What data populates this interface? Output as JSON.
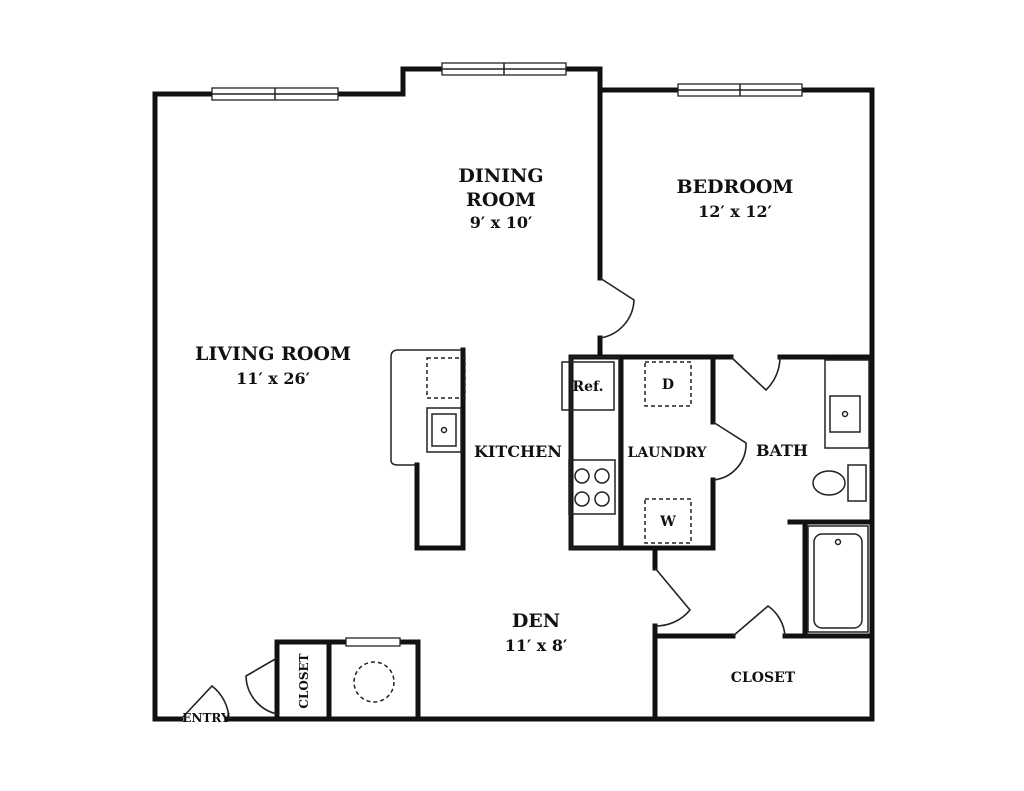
{
  "rooms": {
    "dining": {
      "name_line1": "DINING",
      "name_line2": "ROOM",
      "size": "9′ x 10′"
    },
    "bedroom": {
      "name": "BEDROOM",
      "size": "12′ x 12′"
    },
    "living": {
      "name": "LIVING ROOM",
      "size": "11′ x 26′"
    },
    "kitchen": {
      "name": "KITCHEN"
    },
    "laundry": {
      "name": "LAUNDRY"
    },
    "bath": {
      "name": "BATH"
    },
    "den": {
      "name": "DEN",
      "size": "11′ x 8′"
    },
    "closet_right": {
      "name": "CLOSET"
    },
    "closet_entry": {
      "name": "CLOSET"
    },
    "entry": {
      "name": "ENTRY"
    }
  },
  "appliances": {
    "refrigerator": "Ref.",
    "dryer": "D",
    "washer": "W"
  }
}
